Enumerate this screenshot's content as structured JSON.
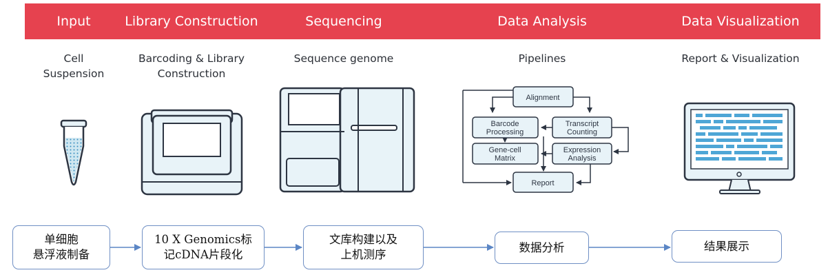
{
  "stages": [
    {
      "title": "Input",
      "subtitle": "Cell\nSuspension"
    },
    {
      "title": "Library Construction",
      "subtitle": "Barcoding & Library\nConstruction"
    },
    {
      "title": "Sequencing",
      "subtitle": "Sequence genome"
    },
    {
      "title": "Data Analysis",
      "subtitle": "Pipelines"
    },
    {
      "title": "Data Visualization",
      "subtitle": "Report & Visualization"
    }
  ],
  "pipeline": {
    "alignment": "Alignment",
    "barcode_processing_1": "Barcode",
    "barcode_processing_2": "Processing",
    "transcript_counting_1": "Transcript",
    "transcript_counting_2": "Counting",
    "gene_cell_matrix_1": "Gene-cell",
    "gene_cell_matrix_2": "Matrix",
    "expression_analysis_1": "Expression",
    "expression_analysis_2": "Analysis",
    "report": "Report"
  },
  "steps": [
    "单细胞\n悬浮液制备",
    "10 X Genomics标\n记cDNA片段化",
    "文库构建以及\n上机测序",
    "数据分析",
    "结果展示"
  ],
  "colors": {
    "banner": "#e6424f",
    "icon_stroke": "#2d3542",
    "icon_fill": "#e8f3f8",
    "liquid": "#cfe7f1",
    "screen_text": "#4ea6d6",
    "step_border": "#6f8fc4",
    "arrow": "#5b86c5"
  }
}
